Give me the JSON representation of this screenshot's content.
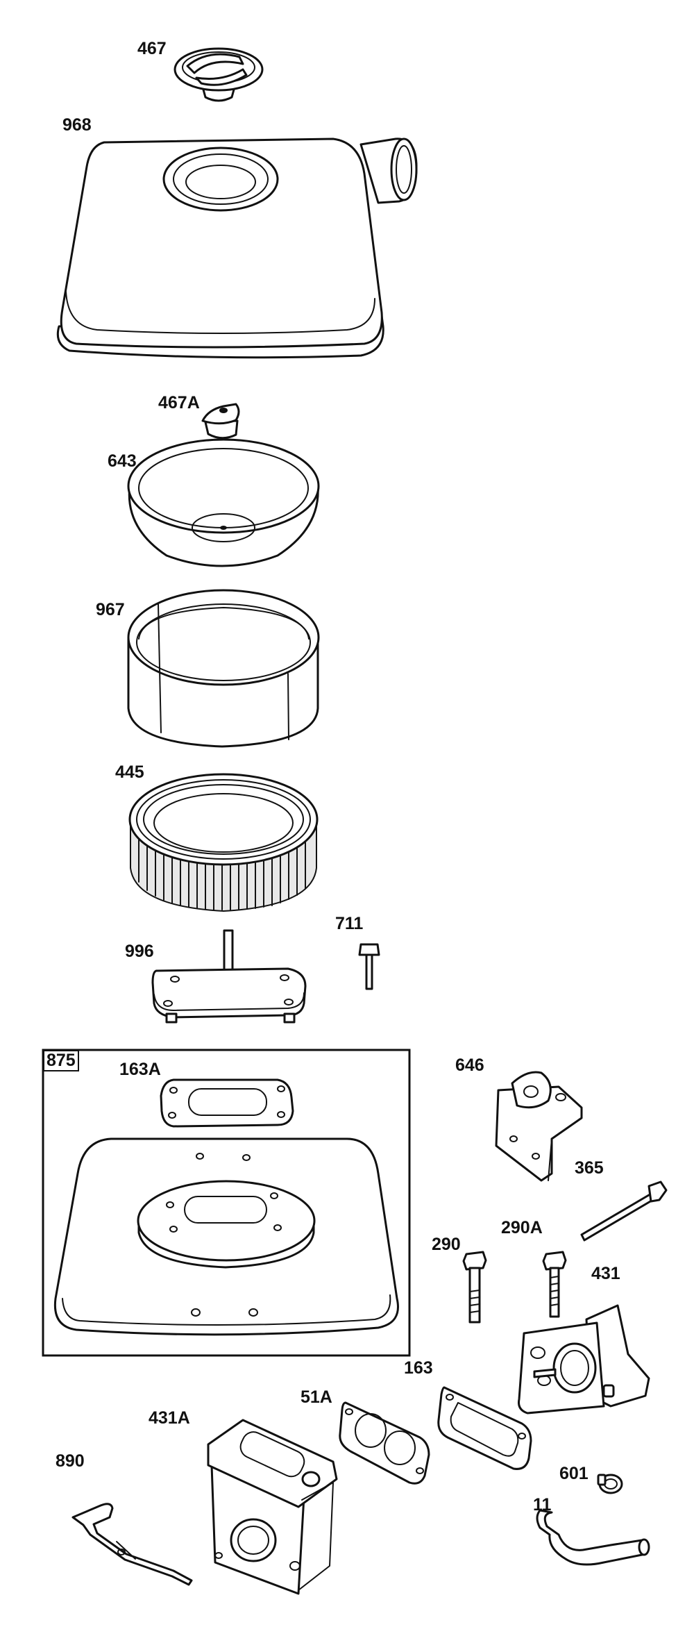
{
  "diagram": {
    "part_labels": {
      "p467": "467",
      "p968": "968",
      "p467A": "467A",
      "p643": "643",
      "p967": "967",
      "p445": "445",
      "p996": "996",
      "p711": "711",
      "p875": "875",
      "p163A": "163A",
      "p646": "646",
      "p365": "365",
      "p290": "290",
      "p290A": "290A",
      "p431": "431",
      "p163": "163",
      "p51A": "51A",
      "p431A": "431A",
      "p890": "890",
      "p601": "601",
      "p11": "11"
    },
    "colors": {
      "line": "#111111",
      "background": "#ffffff"
    }
  }
}
